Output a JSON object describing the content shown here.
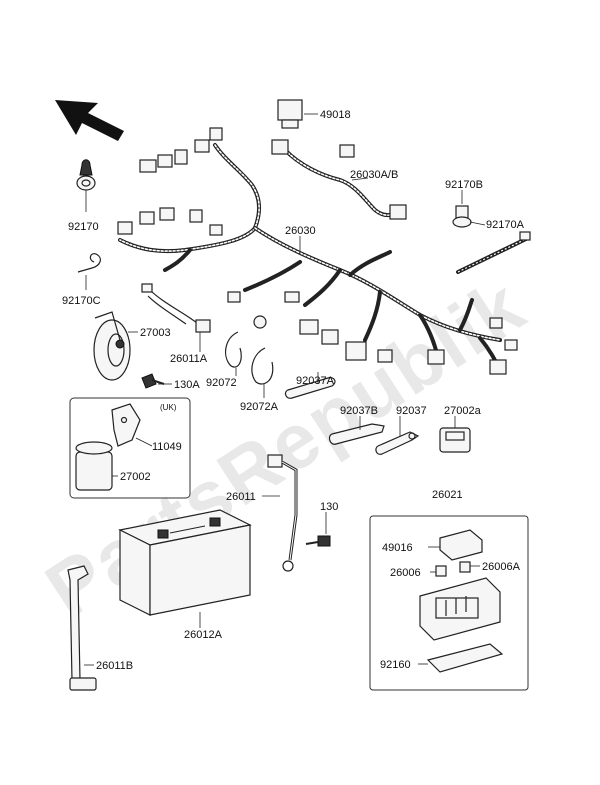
{
  "watermark": "PartsRepublik",
  "region_note": "(UK)",
  "labels": {
    "p49018": "49018",
    "p26030ab": "26030A/B",
    "p92170": "92170",
    "p92170b": "92170B",
    "p92170a": "92170A",
    "p26030": "26030",
    "p92170c": "92170C",
    "p27003": "27003",
    "p26011a": "26011A",
    "p130a": "130A",
    "p92072": "92072",
    "p92072a": "92072A",
    "p92037a": "92037A",
    "p92037b": "92037B",
    "p92037": "92037",
    "p27002a": "27002a",
    "p11049": "11049",
    "p27002": "27002",
    "p26011": "26011",
    "p130": "130",
    "p26021": "26021",
    "p49016": "49016",
    "p26006": "26006",
    "p26006a": "26006A",
    "p26012a": "26012A",
    "p26011b": "26011B",
    "p92160": "92160"
  }
}
